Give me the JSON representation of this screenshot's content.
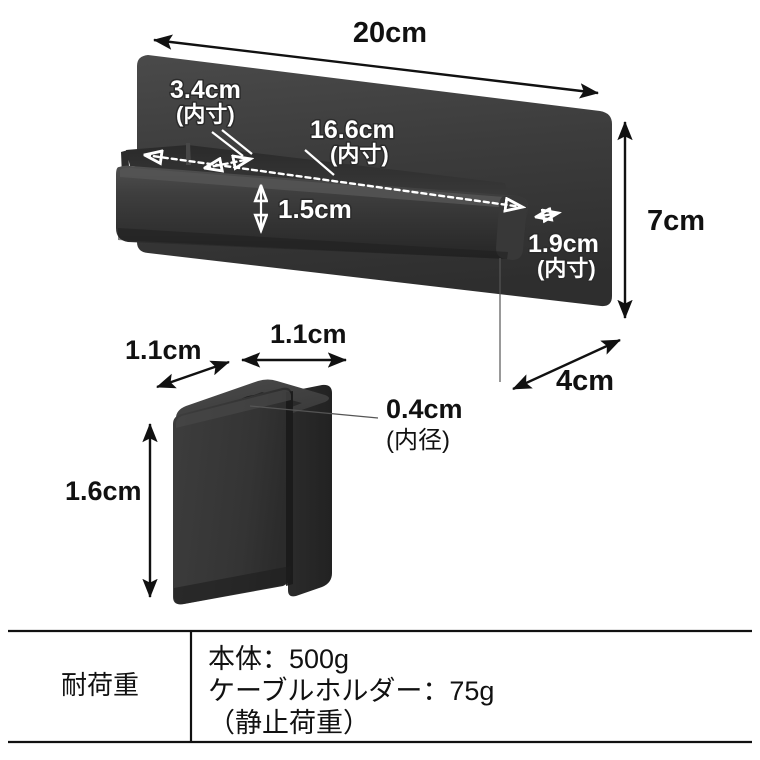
{
  "page": {
    "title": "Wall shelf and cable holder dimension diagram",
    "background_color": "#ffffff",
    "product_color": "#3a3a3a",
    "line_color": "#111111",
    "white_label_color": "#ffffff"
  },
  "shelf": {
    "name": "wall-mounted shelf",
    "dimensions": {
      "width_label": "20cm",
      "height_label": "7cm",
      "depth_label": "4cm",
      "inner_depth_label": "3.4cm",
      "inner_depth_note": "(内寸)",
      "inner_width_label": "16.6cm",
      "inner_width_note": "(内寸)",
      "lip_height_label": "1.5cm",
      "inner_lip_label": "1.9cm",
      "inner_lip_note": "(内寸)"
    }
  },
  "cable_holder": {
    "name": "cable holder block",
    "dimensions": {
      "depth_label": "1.1cm",
      "width_label": "1.1cm",
      "height_label": "1.6cm",
      "hole_label": "0.4cm",
      "hole_note": "(内径)"
    }
  },
  "spec_table": {
    "row_label": "耐荷重",
    "values": [
      "本体：500g",
      "ケーブルホルダー：75g",
      "（静止荷重）"
    ]
  }
}
